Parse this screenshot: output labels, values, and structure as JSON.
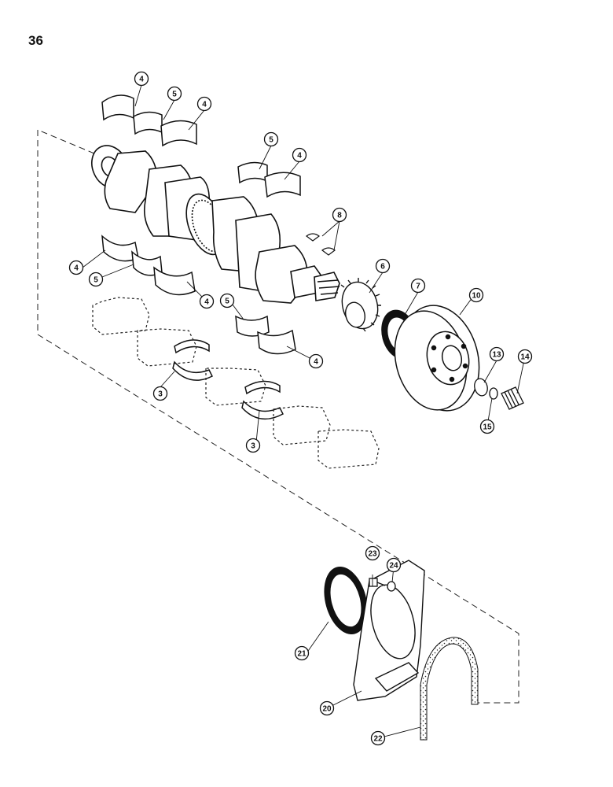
{
  "page": {
    "number": "36"
  },
  "callouts": [
    {
      "id": "c-4a",
      "label": "4"
    },
    {
      "id": "c-5a",
      "label": "5"
    },
    {
      "id": "c-4b",
      "label": "4"
    },
    {
      "id": "c-5b",
      "label": "5"
    },
    {
      "id": "c-4c",
      "label": "4"
    },
    {
      "id": "c-8",
      "label": "8"
    },
    {
      "id": "c-4d",
      "label": "4"
    },
    {
      "id": "c-5c",
      "label": "5"
    },
    {
      "id": "c-4e",
      "label": "4"
    },
    {
      "id": "c-6",
      "label": "6"
    },
    {
      "id": "c-7",
      "label": "7"
    },
    {
      "id": "c-10",
      "label": "10"
    },
    {
      "id": "c-5d",
      "label": "5"
    },
    {
      "id": "c-4f",
      "label": "4"
    },
    {
      "id": "c-3a",
      "label": "3"
    },
    {
      "id": "c-3b",
      "label": "3"
    },
    {
      "id": "c-13",
      "label": "13"
    },
    {
      "id": "c-14",
      "label": "14"
    },
    {
      "id": "c-15",
      "label": "15"
    },
    {
      "id": "c-23",
      "label": "23"
    },
    {
      "id": "c-24",
      "label": "24"
    },
    {
      "id": "c-21",
      "label": "21"
    },
    {
      "id": "c-20",
      "label": "20"
    },
    {
      "id": "c-22",
      "label": "22"
    }
  ]
}
